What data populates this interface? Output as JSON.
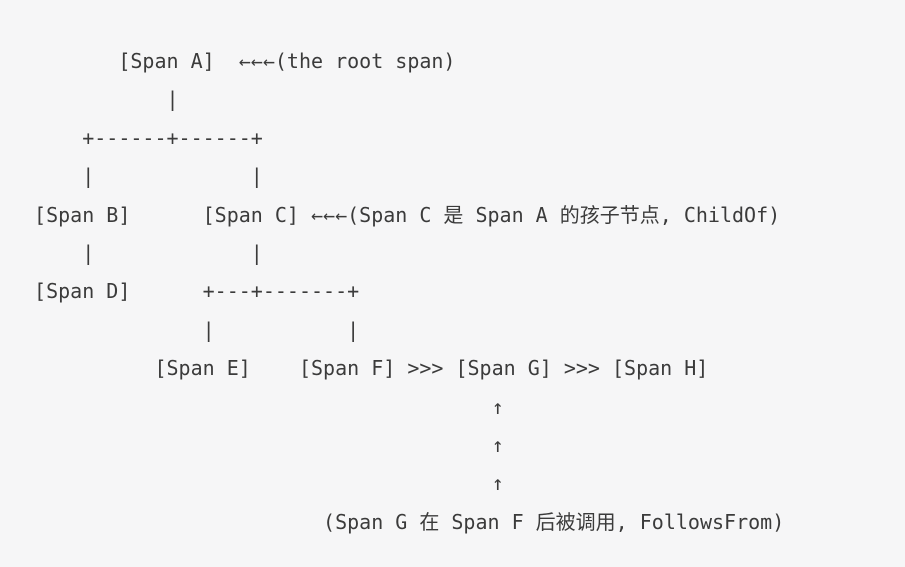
{
  "page": {
    "background_color": "#f6f6f7",
    "text_color": "#3b3b3b",
    "content_type": "ascii-art span tree diagram (OpenTracing span relationships)"
  },
  "diagram": {
    "lines": [
      "        [Span A]  ←←←(the root span)",
      "            |",
      "     +------+------+",
      "     |             |",
      " [Span B]      [Span C] ←←←(Span C 是 Span A 的孩子节点, ChildOf)",
      "     |             |",
      " [Span D]      +---+-------+",
      "               |           |",
      "           [Span E]    [Span F] >>> [Span G] >>> [Span H]",
      "                                       ↑",
      "                                       ↑",
      "                                       ↑",
      "                         (Span G 在 Span F 后被调用, FollowsFrom)"
    ],
    "nodes": [
      "Span A",
      "Span B",
      "Span C",
      "Span D",
      "Span E",
      "Span F",
      "Span G",
      "Span H"
    ],
    "annotations": {
      "root": "(the root span)",
      "child_of": "(Span C 是 Span A 的孩子节点, ChildOf)",
      "follows_from": "(Span G 在 Span F 后被调用, FollowsFrom)"
    }
  }
}
